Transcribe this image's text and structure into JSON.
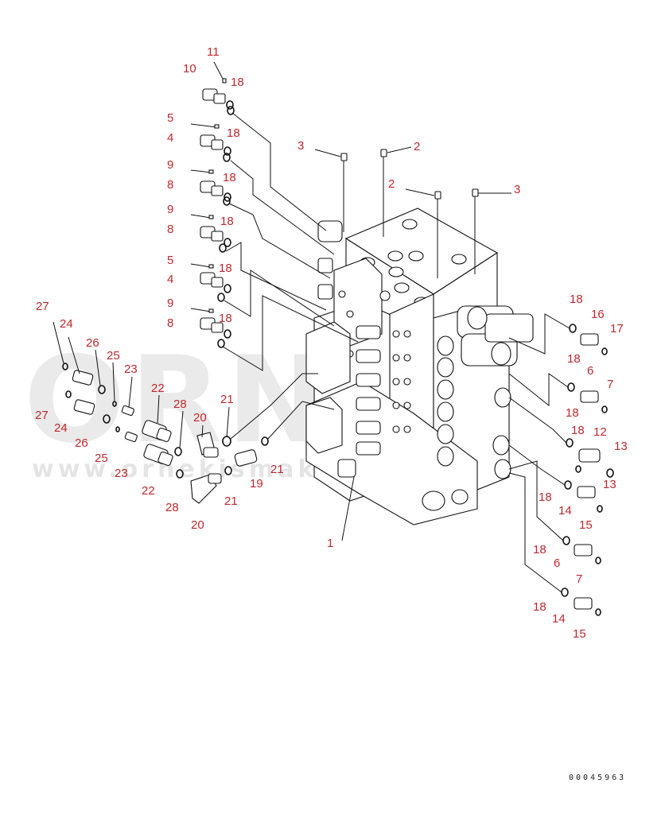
{
  "watermark": {
    "brand": "ORNEK",
    "url": "www.ornekismakina.com.tr"
  },
  "drawing_number": "00045963",
  "callouts": [
    {
      "id": "c1",
      "label": "1"
    },
    {
      "id": "c2a",
      "label": "2"
    },
    {
      "id": "c2b",
      "label": "2"
    },
    {
      "id": "c3a",
      "label": "3"
    },
    {
      "id": "c3b",
      "label": "3"
    },
    {
      "id": "c4a",
      "label": "4"
    },
    {
      "id": "c4b",
      "label": "4"
    },
    {
      "id": "c5a",
      "label": "5"
    },
    {
      "id": "c5b",
      "label": "5"
    },
    {
      "id": "c6a",
      "label": "6"
    },
    {
      "id": "c6b",
      "label": "6"
    },
    {
      "id": "c7a",
      "label": "7"
    },
    {
      "id": "c7b",
      "label": "7"
    },
    {
      "id": "c8a",
      "label": "8"
    },
    {
      "id": "c8b",
      "label": "8"
    },
    {
      "id": "c8c",
      "label": "8"
    },
    {
      "id": "c9a",
      "label": "9"
    },
    {
      "id": "c9b",
      "label": "9"
    },
    {
      "id": "c9c",
      "label": "9"
    },
    {
      "id": "c10",
      "label": "10"
    },
    {
      "id": "c11",
      "label": "11"
    },
    {
      "id": "c12",
      "label": "12"
    },
    {
      "id": "c13a",
      "label": "13"
    },
    {
      "id": "c13b",
      "label": "13"
    },
    {
      "id": "c14a",
      "label": "14"
    },
    {
      "id": "c14b",
      "label": "14"
    },
    {
      "id": "c15a",
      "label": "15"
    },
    {
      "id": "c15b",
      "label": "15"
    },
    {
      "id": "c16",
      "label": "16"
    },
    {
      "id": "c17",
      "label": "17"
    },
    {
      "id": "c18a",
      "label": "18"
    },
    {
      "id": "c18b",
      "label": "18"
    },
    {
      "id": "c18c",
      "label": "18"
    },
    {
      "id": "c18d",
      "label": "18"
    },
    {
      "id": "c18e",
      "label": "18"
    },
    {
      "id": "c18f",
      "label": "18"
    },
    {
      "id": "c18g",
      "label": "18"
    },
    {
      "id": "c18h",
      "label": "18"
    },
    {
      "id": "c18i",
      "label": "18"
    },
    {
      "id": "c18j",
      "label": "18"
    },
    {
      "id": "c18k",
      "label": "18"
    },
    {
      "id": "c18l",
      "label": "18"
    },
    {
      "id": "c18m",
      "label": "18"
    },
    {
      "id": "c19",
      "label": "19"
    },
    {
      "id": "c20a",
      "label": "20"
    },
    {
      "id": "c20b",
      "label": "20"
    },
    {
      "id": "c21a",
      "label": "21"
    },
    {
      "id": "c21b",
      "label": "21"
    },
    {
      "id": "c21c",
      "label": "21"
    },
    {
      "id": "c22a",
      "label": "22"
    },
    {
      "id": "c22b",
      "label": "22"
    },
    {
      "id": "c23a",
      "label": "23"
    },
    {
      "id": "c23b",
      "label": "23"
    },
    {
      "id": "c24a",
      "label": "24"
    },
    {
      "id": "c24b",
      "label": "24"
    },
    {
      "id": "c25a",
      "label": "25"
    },
    {
      "id": "c25b",
      "label": "25"
    },
    {
      "id": "c26a",
      "label": "26"
    },
    {
      "id": "c26b",
      "label": "26"
    },
    {
      "id": "c27a",
      "label": "27"
    },
    {
      "id": "c27b",
      "label": "27"
    },
    {
      "id": "c28a",
      "label": "28"
    },
    {
      "id": "c28b",
      "label": "28"
    }
  ]
}
